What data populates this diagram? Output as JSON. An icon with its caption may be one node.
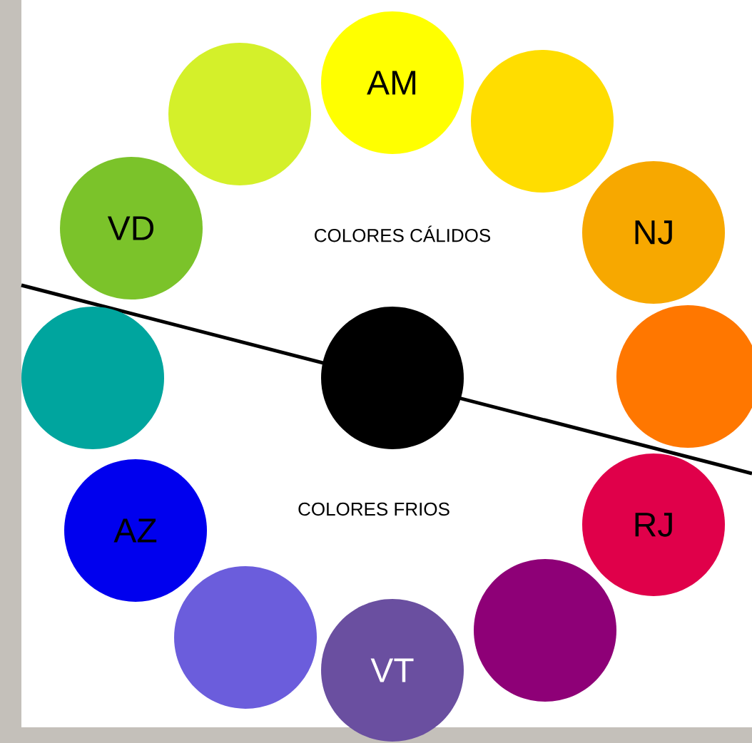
{
  "diagram": {
    "nodes": [
      {
        "text": [
          "AM"
        ]
      },
      {
        "text": [],
        "shape": "circle"
      },
      {
        "text": [
          "NJ"
        ]
      },
      {
        "text": [],
        "shape": "circle"
      },
      {
        "text": [
          "RJ"
        ]
      },
      {
        "text": [],
        "shape": "circle"
      },
      {
        "text": [
          "VT"
        ]
      },
      {
        "text": [],
        "shape": "circle"
      },
      {
        "text": [
          "AZ"
        ]
      },
      {
        "text": [],
        "shape": "circle"
      },
      {
        "text": [
          "VD"
        ]
      },
      {
        "text": [],
        "shape": "circle"
      },
      {
        "text": [],
        "shape": "circle"
      }
    ],
    "labels": [
      "COLORES CÁLIDOS",
      "COLORES FRIOS"
    ]
  }
}
